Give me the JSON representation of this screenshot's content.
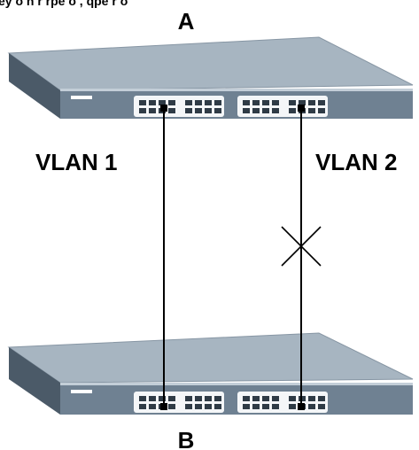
{
  "header_text": "ey  o  n  r  rpe     o  ,  qpe  r  o",
  "switches": [
    {
      "label": "A"
    },
    {
      "label": "B"
    }
  ],
  "links": [
    {
      "label": "VLAN 1",
      "status": "active"
    },
    {
      "label": "VLAN 2",
      "status": "blocked"
    }
  ],
  "colors": {
    "switch_top": "#a7b5c1",
    "switch_side": "#4b5a68",
    "switch_front": "#6f8192",
    "port_panel": "#f4f6f8",
    "line": "#000000"
  }
}
